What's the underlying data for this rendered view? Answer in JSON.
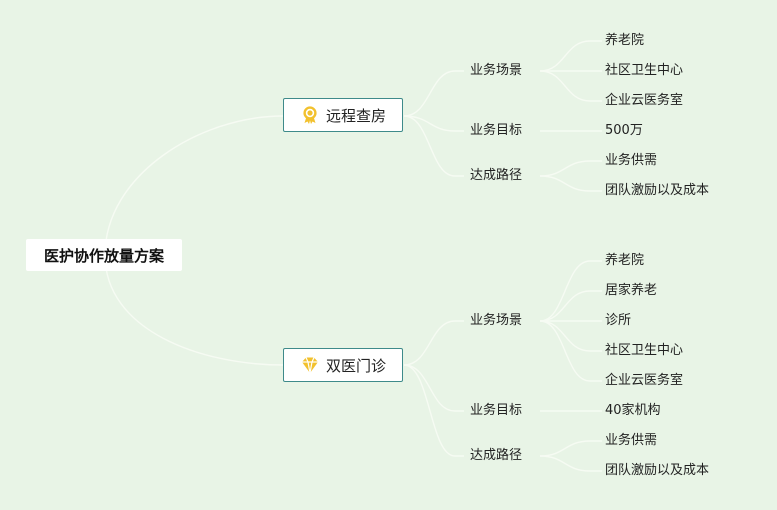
{
  "root": {
    "label": "医护协作放量方案"
  },
  "branches": [
    {
      "label": "远程查房",
      "icon": "award-ribbon-icon",
      "icon_color": "#f2c12e",
      "sections": [
        {
          "label": "业务场景",
          "items": [
            "养老院",
            "社区卫生中心",
            "企业云医务室"
          ]
        },
        {
          "label": "业务目标",
          "items": [
            "500万"
          ]
        },
        {
          "label": "达成路径",
          "items": [
            "业务供需",
            "团队激励以及成本"
          ]
        }
      ]
    },
    {
      "label": "双医门诊",
      "icon": "diamond-icon",
      "icon_color": "#f2c12e",
      "sections": [
        {
          "label": "业务场景",
          "items": [
            "养老院",
            "居家养老",
            "诊所",
            "社区卫生中心",
            "企业云医务室"
          ]
        },
        {
          "label": "业务目标",
          "items": [
            "40家机构"
          ]
        },
        {
          "label": "达成路径",
          "items": [
            "业务供需",
            "团队激励以及成本"
          ]
        }
      ]
    }
  ],
  "colors": {
    "background": "#e8f4e6",
    "connector": "#f6fbf3",
    "branch_border": "#3e8a8a"
  }
}
